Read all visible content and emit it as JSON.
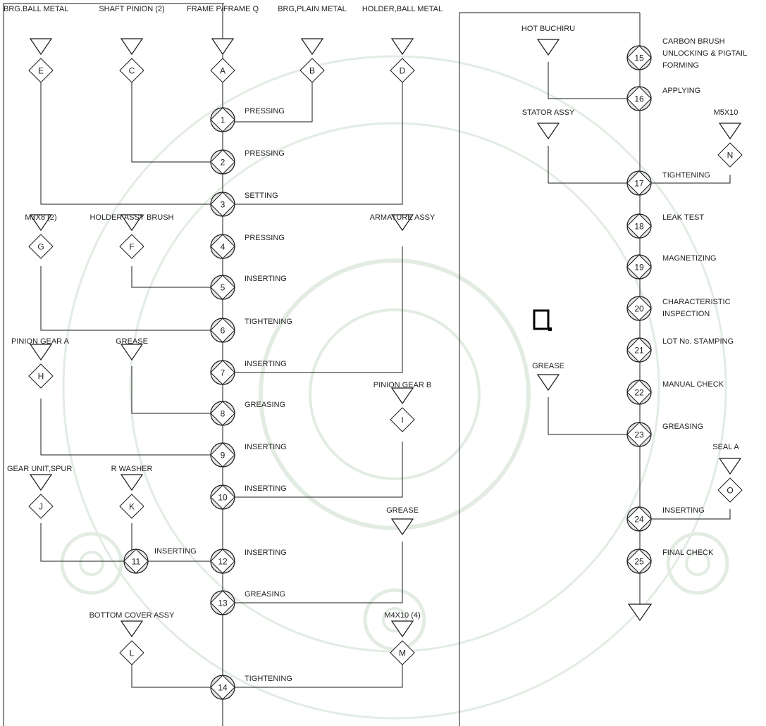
{
  "diagram": {
    "colors": {
      "line": "#1a1a1a",
      "node_fill": "#e6e6e6",
      "text": "#222222",
      "watermark": "#e3ece3"
    },
    "materials": [
      {
        "id": "brg-ball-metal",
        "label": "BRG.BALL METAL",
        "letter": "E"
      },
      {
        "id": "shaft-pinion",
        "label": "SHAFT PINION (2)",
        "letter": "C"
      },
      {
        "id": "frame-p-frame-q",
        "label": "FRAME P/FRAME Q",
        "letter": "A"
      },
      {
        "id": "brg-plain-metal",
        "label": "BRG,PLAIN METAL",
        "letter": "B"
      },
      {
        "id": "holder-ball-metal",
        "label": "HOLDER,BALL METAL",
        "letter": "D"
      },
      {
        "id": "m3x8",
        "label": "M3X8 (2)",
        "letter": "G"
      },
      {
        "id": "holder-assy-brush",
        "label": "HOLDER ASSY BRUSH",
        "letter": "F"
      },
      {
        "id": "armature-assy",
        "label": "ARMATURE ASSY",
        "letter": ""
      },
      {
        "id": "pinion-gear-a",
        "label": "PINION GEAR A",
        "letter": "H"
      },
      {
        "id": "grease-1",
        "label": "GREASE",
        "letter": ""
      },
      {
        "id": "pinion-gear-b",
        "label": "PINION GEAR B",
        "letter": "I"
      },
      {
        "id": "gear-unit-spur",
        "label": "GEAR UNIT,SPUR",
        "letter": "J"
      },
      {
        "id": "r-washer",
        "label": "R WASHER",
        "letter": "K"
      },
      {
        "id": "grease-2",
        "label": "GREASE",
        "letter": ""
      },
      {
        "id": "bottom-cover-assy",
        "label": "BOTTOM COVER ASSY",
        "letter": "L"
      },
      {
        "id": "m4x10",
        "label": "M4X10 (4)",
        "letter": "M"
      },
      {
        "id": "hot-buchiru",
        "label": "HOT BUCHIRU",
        "letter": ""
      },
      {
        "id": "stator-assy",
        "label": "STATOR ASSY",
        "letter": ""
      },
      {
        "id": "m5x10",
        "label": "M5X10",
        "letter": "N"
      },
      {
        "id": "grease-3",
        "label": "GREASE",
        "letter": ""
      },
      {
        "id": "seal-a",
        "label": "SEAL A",
        "letter": "O"
      }
    ],
    "operations": [
      {
        "id": "op1",
        "number": "1",
        "label": "PRESSING"
      },
      {
        "id": "op2",
        "number": "2",
        "label": "PRESSING"
      },
      {
        "id": "op3",
        "number": "3",
        "label": "SETTING"
      },
      {
        "id": "op4",
        "number": "4",
        "label": "PRESSING"
      },
      {
        "id": "op5",
        "number": "5",
        "label": "INSERTING"
      },
      {
        "id": "op6",
        "number": "6",
        "label": "TIGHTENING"
      },
      {
        "id": "op7",
        "number": "7",
        "label": "INSERTING"
      },
      {
        "id": "op8",
        "number": "8",
        "label": "GREASING"
      },
      {
        "id": "op9",
        "number": "9",
        "label": "INSERTING"
      },
      {
        "id": "op10",
        "number": "10",
        "label": "INSERTING"
      },
      {
        "id": "op11",
        "number": "11",
        "label": "INSERTING"
      },
      {
        "id": "op12",
        "number": "12",
        "label": "INSERTING"
      },
      {
        "id": "op13",
        "number": "13",
        "label": "GREASING"
      },
      {
        "id": "op14",
        "number": "14",
        "label": "TIGHTENING"
      },
      {
        "id": "op15",
        "number": "15",
        "label": [
          "CARBON BRUSH",
          "UNLOCKING & PIGTAIL",
          "FORMING"
        ]
      },
      {
        "id": "op16",
        "number": "16",
        "label": "APPLYING"
      },
      {
        "id": "op17",
        "number": "17",
        "label": "TIGHTENING"
      },
      {
        "id": "op18",
        "number": "18",
        "label": "LEAK TEST"
      },
      {
        "id": "op19",
        "number": "19",
        "label": "MAGNETIZING"
      },
      {
        "id": "op20",
        "number": "20",
        "label": [
          "CHARACTERISTIC",
          "INSPECTION"
        ]
      },
      {
        "id": "op21",
        "number": "21",
        "label": "LOT No. STAMPING"
      },
      {
        "id": "op22",
        "number": "22",
        "label": "MANUAL CHECK"
      },
      {
        "id": "op23",
        "number": "23",
        "label": "GREASING"
      },
      {
        "id": "op24",
        "number": "24",
        "label": "INSERTING"
      },
      {
        "id": "op25",
        "number": "25",
        "label": "FINAL CHECK"
      }
    ]
  }
}
